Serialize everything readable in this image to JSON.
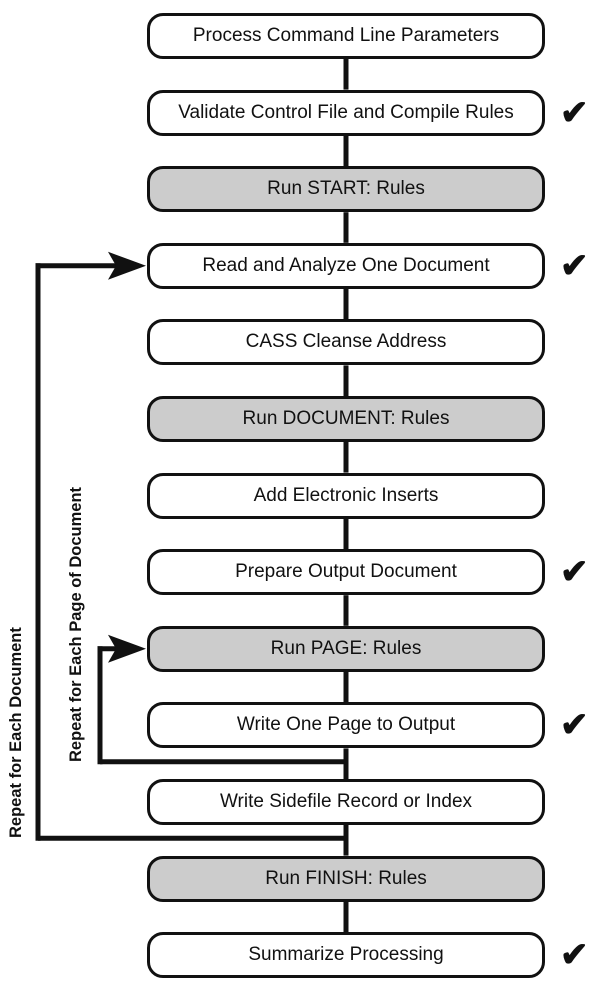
{
  "steps": [
    {
      "label": "Process Command Line Parameters",
      "style": "plain",
      "checked": false
    },
    {
      "label": "Validate Control File and Compile Rules",
      "style": "plain",
      "checked": true
    },
    {
      "label": "Run START: Rules",
      "style": "rules",
      "checked": false
    },
    {
      "label": "Read and Analyze One Document",
      "style": "plain",
      "checked": true
    },
    {
      "label": "CASS Cleanse Address",
      "style": "plain",
      "checked": false
    },
    {
      "label": "Run DOCUMENT: Rules",
      "style": "rules",
      "checked": false
    },
    {
      "label": "Add Electronic Inserts",
      "style": "plain",
      "checked": false
    },
    {
      "label": "Prepare Output Document",
      "style": "plain",
      "checked": true
    },
    {
      "label": "Run PAGE: Rules",
      "style": "rules",
      "checked": false
    },
    {
      "label": "Write One Page to Output",
      "style": "plain",
      "checked": true
    },
    {
      "label": "Write Sidefile Record or Index",
      "style": "plain",
      "checked": false
    },
    {
      "label": "Run FINISH: Rules",
      "style": "rules",
      "checked": false
    },
    {
      "label": "Summarize Processing",
      "style": "plain",
      "checked": true
    }
  ],
  "loops": {
    "document": {
      "label": "Repeat for Each Document",
      "from_step": 10,
      "to_step": 3
    },
    "page": {
      "label": "Repeat for Each Page of Document",
      "from_step": 9,
      "to_step": 8
    }
  },
  "check_glyph": "✔",
  "colors": {
    "rules_fill": "#cccccc",
    "plain_fill": "#ffffff",
    "stroke": "#111111"
  }
}
